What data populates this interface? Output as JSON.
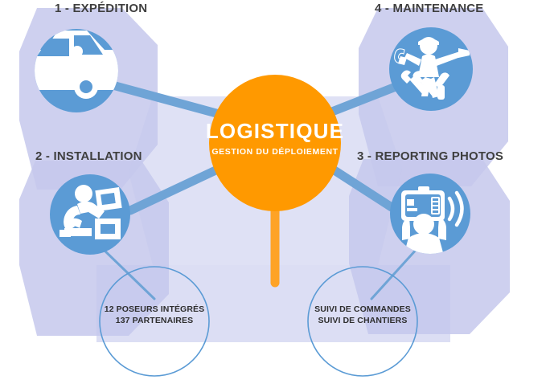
{
  "diagram": {
    "center": {
      "title": "LOGISTIQUE",
      "subtitle": "GESTION DU DÉPLOIEMENT",
      "color": "#FF9900"
    },
    "colors": {
      "orange": "#FF9900",
      "blue": "#5B9BD5",
      "lavender": "#C5C8EC",
      "connector": "#6FA4D6",
      "ring_stroke": "#5B9BD5",
      "label_text": "#3f3f3f"
    },
    "nodes": [
      {
        "id": "expedition",
        "number": "1",
        "label": "EXPÉDITION",
        "label_full": "1 - EXPÉDITION",
        "icon": "delivery-van-icon",
        "position": "top-left"
      },
      {
        "id": "maintenance",
        "number": "4",
        "label": "MAINTENANCE",
        "label_full": "4 - MAINTENANCE",
        "icon": "worker-tools-icon",
        "position": "top-right"
      },
      {
        "id": "installation",
        "number": "2",
        "label": "INSTALLATION",
        "label_full": "2 - INSTALLATION",
        "icon": "installer-panels-icon",
        "position": "mid-left"
      },
      {
        "id": "reporting-photos",
        "number": "3",
        "label": "REPORTING PHOTOS",
        "label_full": "3 - REPORTING PHOTOS",
        "icon": "camera-broadcast-icon",
        "position": "mid-right"
      }
    ],
    "rings": [
      {
        "id": "poseurs",
        "line1": "12 POSEURS INTÉGRÉS",
        "line2": "137 PARTENAIRES",
        "position": "bottom-left"
      },
      {
        "id": "suivi",
        "line1": "SUIVI DE COMMANDES",
        "line2": "SUIVI DE CHANTIERS",
        "position": "bottom-right"
      }
    ]
  }
}
